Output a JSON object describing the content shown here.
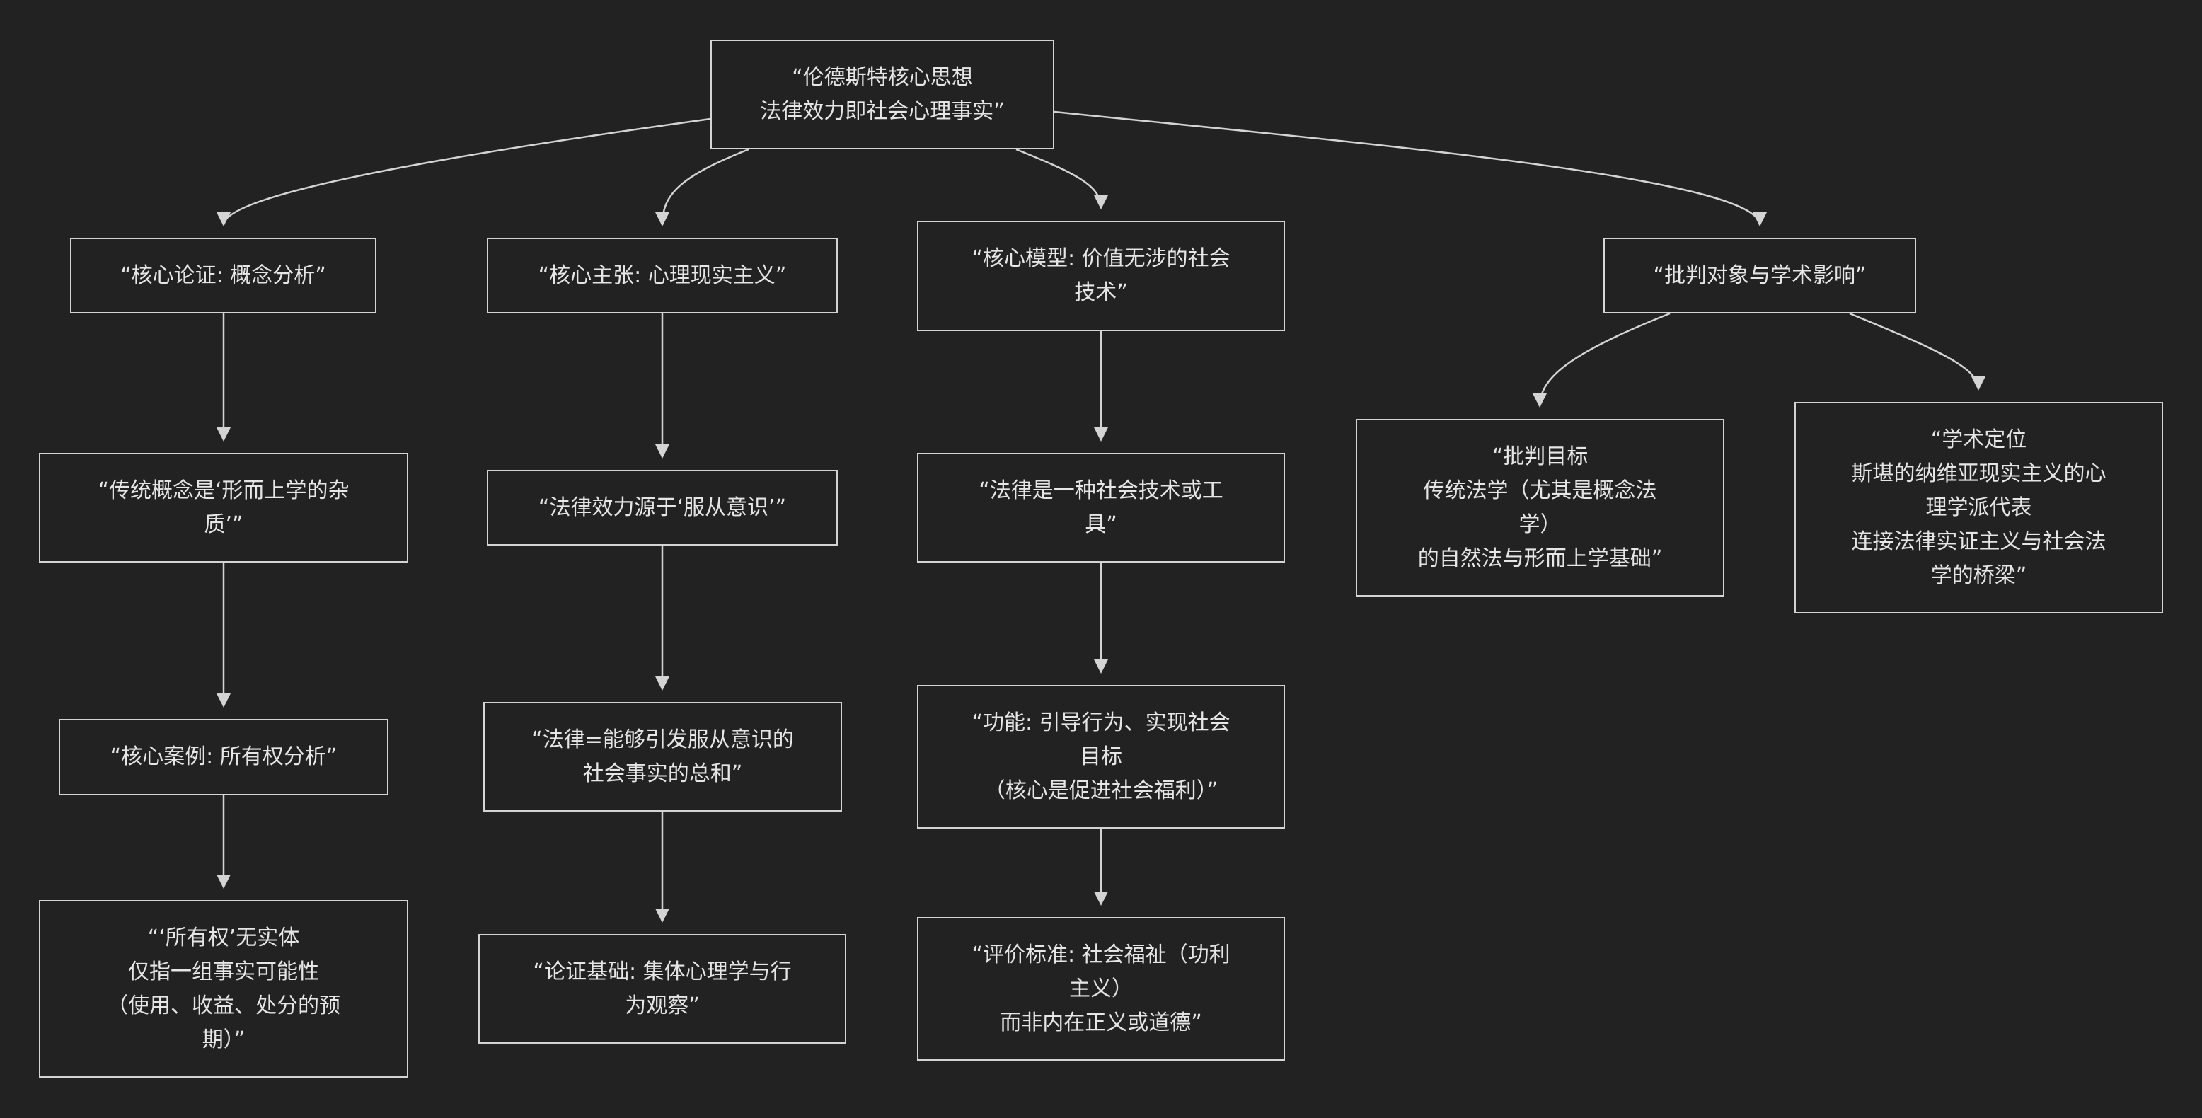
{
  "diagram": {
    "nodes": [
      {
        "id": "n0",
        "text": "“伦德斯特核心思想\n法律效力即社会心理事实”"
      },
      {
        "id": "n1",
        "text": "“核心论证: 概念分析”"
      },
      {
        "id": "n2",
        "text": "“核心主张: 心理现实主义”"
      },
      {
        "id": "n3",
        "text": "“核心模型: 价值无涉的社会\n技术”"
      },
      {
        "id": "n4",
        "text": "“批判对象与学术影响”"
      },
      {
        "id": "n5",
        "text": "“传统概念是‘形而上学的杂\n质’”"
      },
      {
        "id": "n6",
        "text": "“法律效力源于‘服从意识’”"
      },
      {
        "id": "n7",
        "text": "“法律是一种社会技术或工\n具”"
      },
      {
        "id": "n8",
        "text": "“批判目标\n传统法学（尤其是概念法\n学）\n的自然法与形而上学基础”"
      },
      {
        "id": "n9",
        "text": "“学术定位\n斯堪的纳维亚现实主义的心\n理学派代表\n连接法律实证主义与社会法\n学的桥梁”"
      },
      {
        "id": "n10",
        "text": "“核心案例: 所有权分析”"
      },
      {
        "id": "n11",
        "text": "“法律=能够引发服从意识的\n社会事实的总和”"
      },
      {
        "id": "n12",
        "text": "“功能: 引导行为、实现社会\n目标\n（核心是促进社会福利）”"
      },
      {
        "id": "n13",
        "text": "“‘所有权’无实体\n仅指一组事实可能性\n（使用、收益、处分的预\n期）”"
      },
      {
        "id": "n14",
        "text": "“论证基础: 集体心理学与行\n为观察”"
      },
      {
        "id": "n15",
        "text": "“评价标准: 社会福祉（功利\n主义）\n而非内在正义或道德”"
      }
    ],
    "edges": [
      {
        "from": "n0",
        "to": "n1"
      },
      {
        "from": "n0",
        "to": "n2"
      },
      {
        "from": "n0",
        "to": "n3"
      },
      {
        "from": "n0",
        "to": "n4"
      },
      {
        "from": "n1",
        "to": "n5"
      },
      {
        "from": "n5",
        "to": "n10"
      },
      {
        "from": "n10",
        "to": "n13"
      },
      {
        "from": "n2",
        "to": "n6"
      },
      {
        "from": "n6",
        "to": "n11"
      },
      {
        "from": "n11",
        "to": "n14"
      },
      {
        "from": "n3",
        "to": "n7"
      },
      {
        "from": "n7",
        "to": "n12"
      },
      {
        "from": "n12",
        "to": "n15"
      },
      {
        "from": "n4",
        "to": "n8"
      },
      {
        "from": "n4",
        "to": "n9"
      }
    ]
  }
}
